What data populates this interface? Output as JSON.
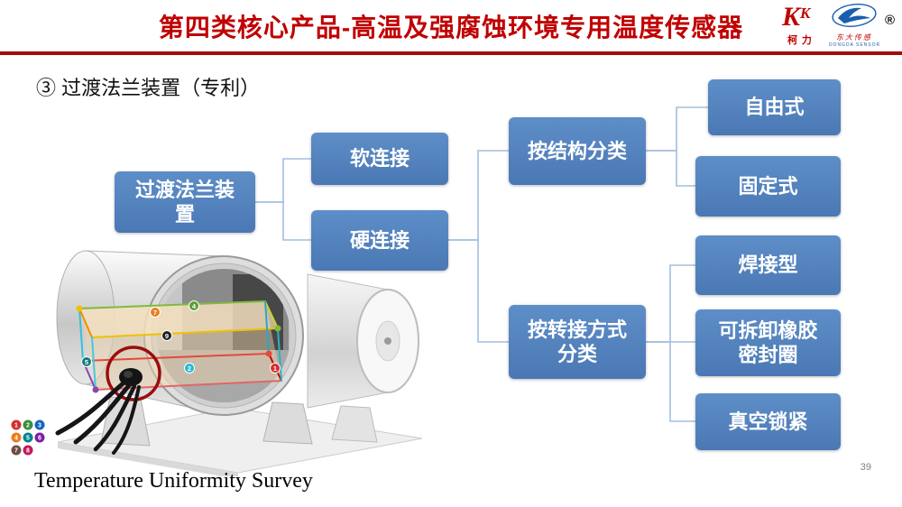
{
  "colors": {
    "accent_red": "#C00000",
    "node_blue": "#4E80BC",
    "connector_blue": "#A3BEDD"
  },
  "header": {
    "title": "第四类核心产品-高温及强腐蚀环境专用温度传感器",
    "keli_logo_text": "柯力",
    "dongda_logo_text": "东大传感",
    "dongda_logo_subtext": "DONGDA SENSOR",
    "registered_mark": "®"
  },
  "slide": {
    "heading": "③ 过渡法兰装置（专利）",
    "page_number": "39"
  },
  "flowchart": {
    "nodes": {
      "root": "过渡法兰装置",
      "soft": "软连接",
      "hard": "硬连接",
      "by_structure": "按结构分类",
      "free": "自由式",
      "fixed": "固定式",
      "by_adapter": "按转接方式分类",
      "welded": "焊接型",
      "rubber_seal": "可拆卸橡胶密封圈",
      "vacuum_lock": "真空锁紧"
    }
  },
  "illustration": {
    "caption": "Temperature Uniformity Survey",
    "points": [
      "7",
      "4",
      "9",
      "5",
      "2",
      "1"
    ],
    "legend": [
      "1",
      "2",
      "3",
      "4",
      "5",
      "6",
      "7",
      "8"
    ]
  }
}
